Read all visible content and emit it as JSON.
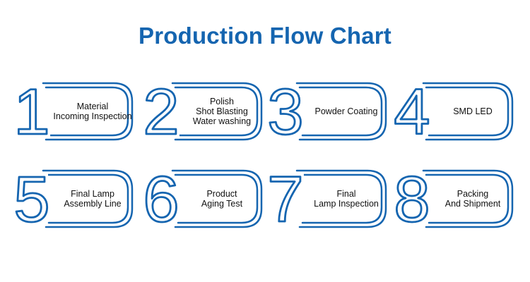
{
  "title": "Production Flow Chart",
  "colors": {
    "accent": "#1565b0",
    "text": "#111111",
    "background": "#ffffff"
  },
  "steps": [
    {
      "number": "1",
      "lines": [
        "Material",
        "Incoming Inspection"
      ]
    },
    {
      "number": "2",
      "lines": [
        "Polish",
        "Shot Blasting",
        "Water washing"
      ]
    },
    {
      "number": "3",
      "lines": [
        "Powder Coating"
      ]
    },
    {
      "number": "4",
      "lines": [
        "SMD LED"
      ]
    },
    {
      "number": "5",
      "lines": [
        "Final Lamp",
        "Assembly Line"
      ]
    },
    {
      "number": "6",
      "lines": [
        "Product",
        "Aging Test"
      ]
    },
    {
      "number": "7",
      "lines": [
        "Final",
        "Lamp Inspection"
      ]
    },
    {
      "number": "8",
      "lines": [
        "Packing",
        "And Shipment"
      ]
    }
  ]
}
